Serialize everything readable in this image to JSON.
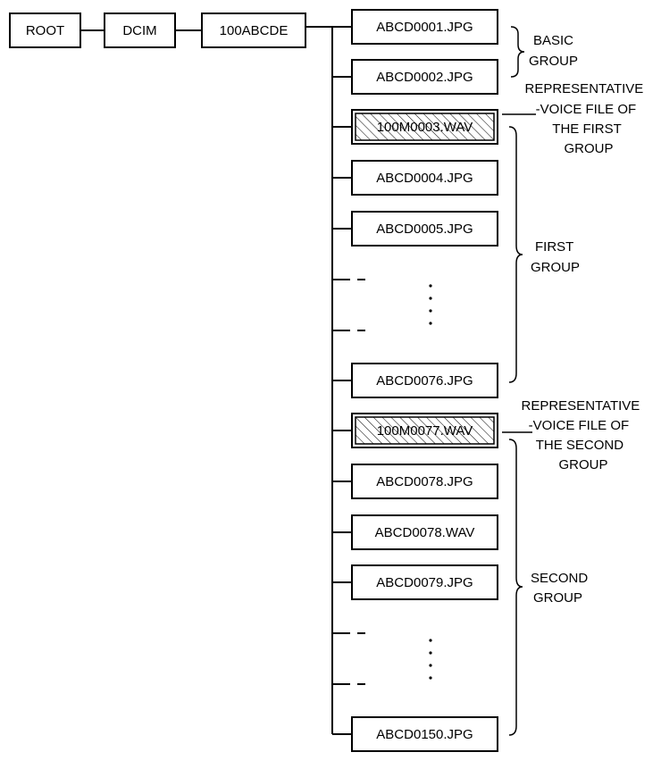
{
  "path": {
    "root": "ROOT",
    "dcim": "DCIM",
    "folder": "100ABCDE"
  },
  "files": [
    {
      "name": "ABCD0001.JPG",
      "kind": "file"
    },
    {
      "name": "ABCD0002.JPG",
      "kind": "file"
    },
    {
      "name": "100M0003.WAV",
      "kind": "voice"
    },
    {
      "name": "ABCD0004.JPG",
      "kind": "file"
    },
    {
      "name": "ABCD0005.JPG",
      "kind": "file"
    },
    {
      "name": "",
      "kind": "gap"
    },
    {
      "name": "",
      "kind": "gap"
    },
    {
      "name": "ABCD0076.JPG",
      "kind": "file"
    },
    {
      "name": "100M0077.WAV",
      "kind": "voice"
    },
    {
      "name": "ABCD0078.JPG",
      "kind": "file"
    },
    {
      "name": "ABCD0078.WAV",
      "kind": "file"
    },
    {
      "name": "ABCD0079.JPG",
      "kind": "file"
    },
    {
      "name": "",
      "kind": "gap"
    },
    {
      "name": "",
      "kind": "gap"
    },
    {
      "name": "ABCD0150.JPG",
      "kind": "file"
    }
  ],
  "labels": {
    "basic_group": [
      "BASIC",
      "GROUP"
    ],
    "rep_voice_first": [
      "REPRESENTATIVE",
      "-VOICE FILE OF",
      "THE FIRST",
      "GROUP"
    ],
    "first_group": [
      "FIRST",
      "GROUP"
    ],
    "rep_voice_second": [
      "REPRESENTATIVE",
      "-VOICE FILE OF",
      "THE SECOND",
      "GROUP"
    ],
    "second_group": [
      "SECOND",
      "GROUP"
    ]
  }
}
